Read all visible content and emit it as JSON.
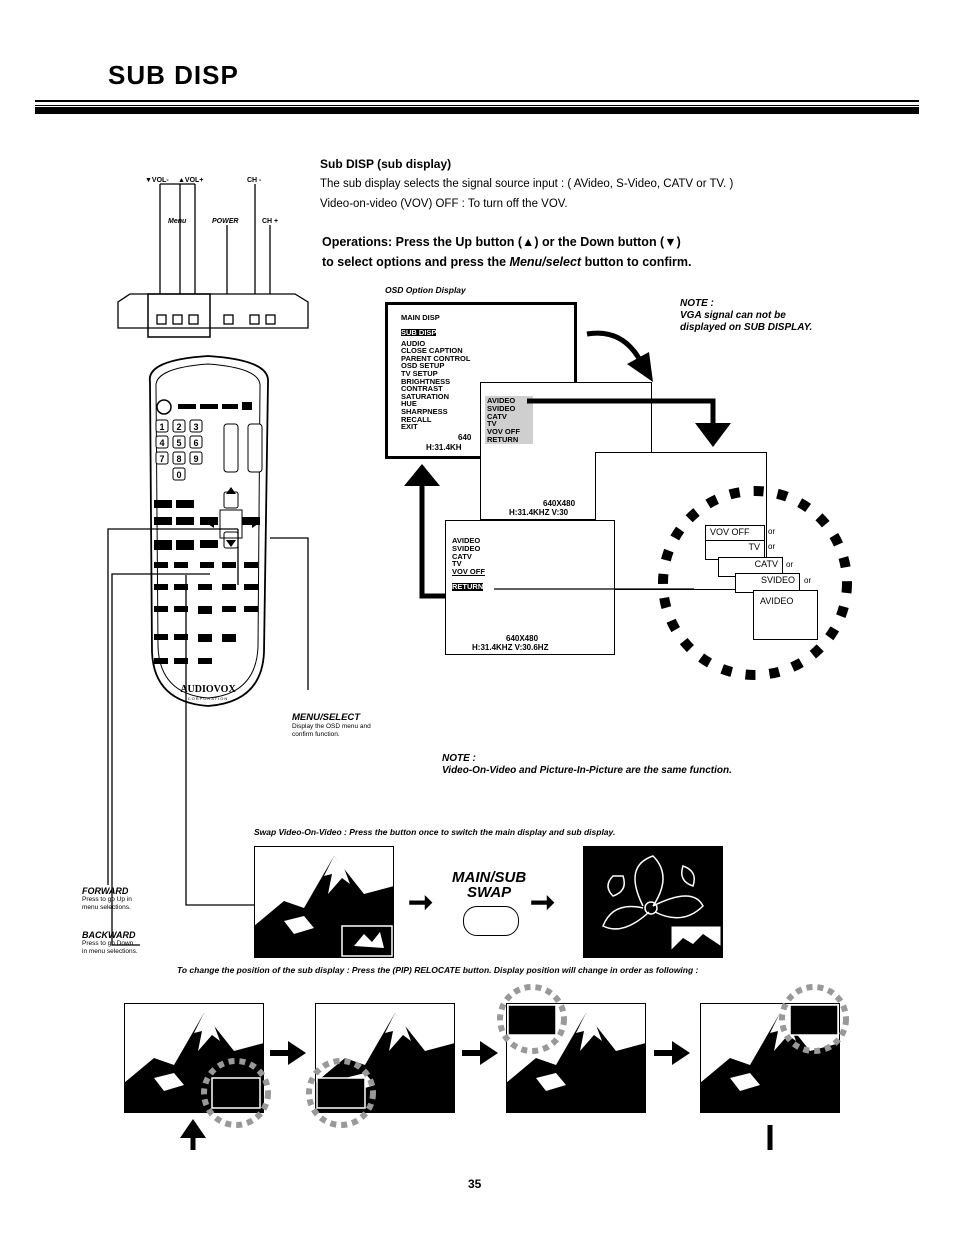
{
  "page": {
    "title": "SUB DISP",
    "page_number": "35"
  },
  "intro": {
    "heading": "Sub DISP (sub display)",
    "line1": "The sub display selects the signal source input : ( AVideo, S-Video, CATV or TV. )",
    "line2": "Video-on-video (VOV) OFF : To turn off the VOV.",
    "ops_line1": "Operations:  Press the Up button (▲) or the Down button (▼)",
    "ops_line2_a": "to select options and press the ",
    "ops_line2_b": "Menu/select",
    "ops_line2_c": " button to confirm."
  },
  "panel": {
    "vol_minus": "▼VOL-",
    "vol_plus": "▲VOL+",
    "ch_minus": "CH -",
    "menu": "Menu",
    "power": "POWER",
    "ch_plus": "CH +"
  },
  "osd": {
    "caption": "OSD Option Display",
    "main_items": [
      "MAIN DISP",
      "SUB DISP",
      "AUDIO",
      "CLOSE CAPTION",
      "PARENT CONTROL",
      "OSD SETUP",
      "TV SETUP",
      "BRIGHTNESS",
      "CONTRAST",
      "SATURATION",
      "HUE",
      "SHARPNESS",
      "RECALL",
      "EXIT"
    ],
    "res1": "640",
    "freq1": "H:31.4KH",
    "sub_items": [
      "AVIDEO",
      "SVIDEO",
      "CATV",
      "TV",
      "VOV OFF",
      "RETURN"
    ],
    "res2": "640X480",
    "freq2": "H:31.4KHZ V:30",
    "front_items": [
      "AVIDEO",
      "SVIDEO",
      "CATV",
      "TV",
      "VOV OFF",
      "RETURN"
    ],
    "res3": "640X480",
    "freq3": "H:31.4KHZ V:30.6HZ"
  },
  "note1": {
    "title": "NOTE :",
    "text1": "VGA signal can not be",
    "text2": "displayed on SUB DISPLAY."
  },
  "sources": {
    "boxes": [
      "VOV OFF",
      "TV",
      "CATV",
      "SVIDEO",
      "AVIDEO"
    ],
    "or": "or"
  },
  "remote": {
    "brand": "AUDIOVOX",
    "brand_sub": "CORPORATION",
    "keys": [
      "1",
      "2",
      "3",
      "4",
      "5",
      "6",
      "7",
      "8",
      "9",
      "0"
    ]
  },
  "menu_select": {
    "title": "MENU/SELECT",
    "desc1": "Display the OSD menu and",
    "desc2": "confirm function."
  },
  "note2": {
    "title": "NOTE :",
    "text": "Video-On-Video and Picture-In-Picture are the same function."
  },
  "swap": {
    "caption": "Swap Video-On-Video : Press the button once to switch the main display and sub display.",
    "label1": "MAIN/SUB",
    "label2": "SWAP"
  },
  "forward": {
    "title": "FORWARD",
    "desc1": "Press to go Up in",
    "desc2": "menu selections."
  },
  "backward": {
    "title": "BACKWARD",
    "desc1": "Press to go Down",
    "desc2": "in menu selections."
  },
  "relocate": {
    "caption": "To change the position of the sub display : Press the (PIP) RELOCATE button. Display position will change in order as following :"
  }
}
